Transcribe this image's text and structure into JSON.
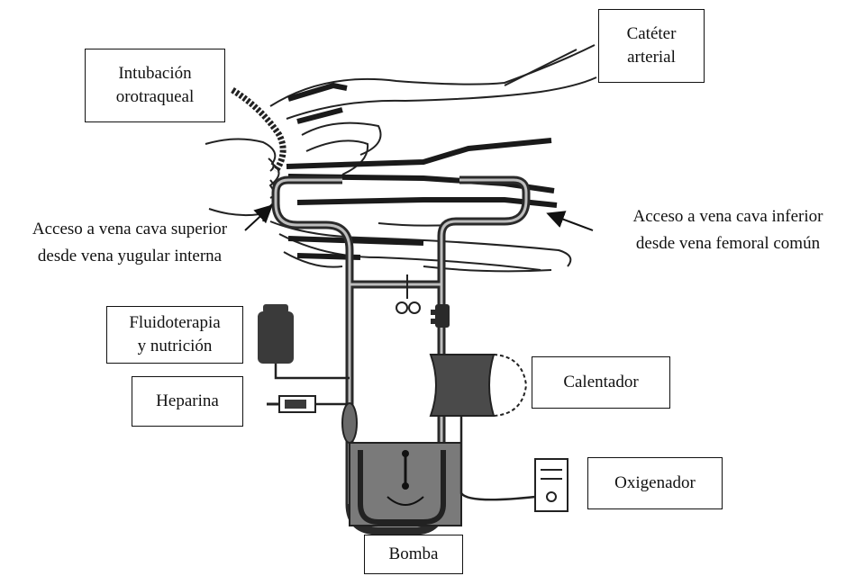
{
  "labels": {
    "intubacion": [
      "Intubación",
      "orotraqueal"
    ],
    "cateter": [
      "Catéter",
      "arterial"
    ],
    "acceso_superior": [
      "Acceso a vena cava superior",
      "desde vena yugular interna"
    ],
    "acceso_inferior": [
      "Acceso a vena cava inferior",
      "desde vena femoral común"
    ],
    "fluidoterapia": [
      "Fluidoterapia",
      "y nutrición"
    ],
    "heparina": "Heparina",
    "calentador": "Calentador",
    "oxigenador": "Oxigenador",
    "bomba": "Bomba"
  }
}
